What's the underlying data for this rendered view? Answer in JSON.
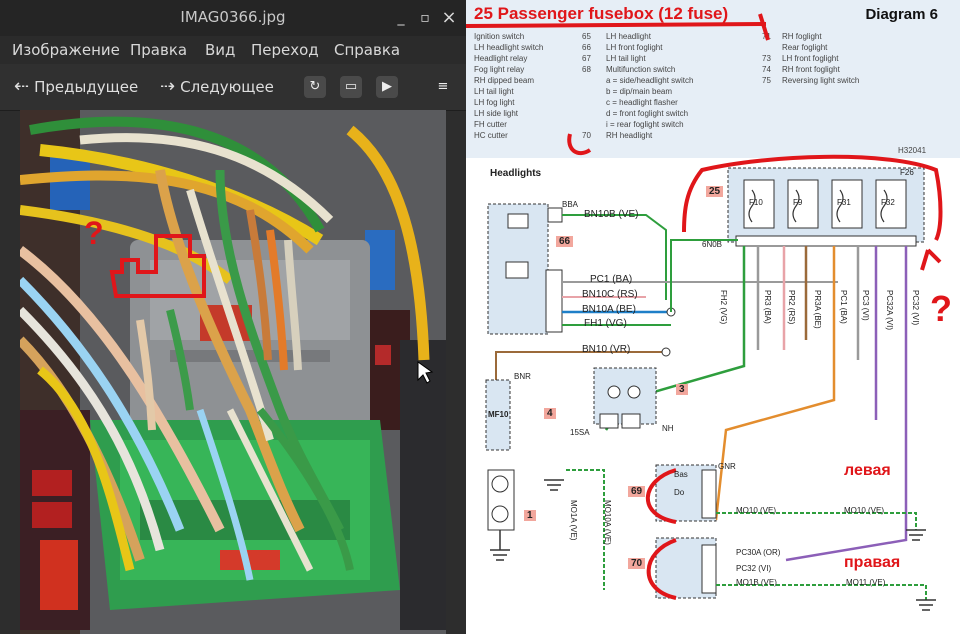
{
  "window": {
    "title": "IMAG0366.jpg",
    "controls": {
      "minimize": "_",
      "maximize": "▫",
      "close": "×"
    }
  },
  "menubar": [
    "Изображение",
    "Правка",
    "Вид",
    "Переход",
    "Справка"
  ],
  "toolbar": {
    "prev_label": "Предыдущее",
    "next_label": "Следующее",
    "icons": [
      "rotate-icon",
      "fit-icon",
      "slideshow-icon",
      "menu-icon"
    ]
  },
  "photo_annotation": {
    "mark": "?"
  },
  "diagram": {
    "title": "25 Passenger fusebox (12 fuse)",
    "number": "Diagram 6",
    "legend_left": [
      "Ignition switch",
      "LH headlight switch",
      "Headlight relay",
      "Fog light relay",
      "RH dipped beam",
      "LH tail light",
      "LH fog light",
      "LH side light",
      "FH cutter",
      "HC cutter"
    ],
    "legend_codes": [
      "65",
      "66",
      "67",
      "68",
      "",
      "",
      "",
      "",
      "",
      "70"
    ],
    "legend_mid": [
      "LH headlight",
      "LH front foglight",
      "LH tail light",
      "Multifunction switch",
      "a = side/headlight switch",
      "b = dip/main beam",
      "c = headlight flasher",
      "d = front foglight switch",
      "i = rear foglight switch",
      "RH headlight"
    ],
    "legend_right_codes": [
      "71",
      "",
      "73",
      "74",
      "75"
    ],
    "legend_right": [
      "RH foglight",
      "Rear foglight",
      "LH front foglight",
      "RH front foglight",
      "Reversing light switch"
    ],
    "section_title": "Headlights",
    "ref_code": "H32041",
    "fusebox_ref": "25",
    "component_refs": [
      "66",
      "4",
      "1",
      "3",
      "69",
      "70"
    ],
    "fuse_labels": [
      "F10",
      "F9",
      "F31",
      "F32"
    ],
    "wires_left": [
      "BN10B (VE)",
      "PC1 (BA)",
      "BN10C (RS)",
      "BN10A (BE)",
      "FH1 (VG)",
      "BN10 (VR)"
    ],
    "wires_vertical": [
      "FH2 (VG)",
      "PR3 (BA)",
      "PR2 (RS)",
      "PR3A (BE)",
      "PC1 (BA)",
      "PC3 (VI)",
      "PC32A (VI)",
      "PC32 (VI)"
    ],
    "wires_bottom": [
      "MO10 (VE)",
      "MO10 (VE)",
      "PC30A (OR)",
      "PC32 (VI)",
      "MO1B (VE)",
      "MO11 (VE)",
      "MO1A (VE)",
      "MO10A (VE)"
    ],
    "small_labels": [
      "BBA",
      "15SA",
      "NH",
      "GNR",
      "BNR",
      "F26",
      "6N0B"
    ],
    "component_text": [
      "MF10",
      "Bas",
      "Do"
    ],
    "notes": {
      "left": "левая",
      "right": "правая",
      "question": "?"
    },
    "colors": {
      "annotation_red": "#e0161a",
      "badge": "#f2a79d",
      "header_band": "#e6eef6",
      "wire_green": "#2e9e3d"
    }
  }
}
